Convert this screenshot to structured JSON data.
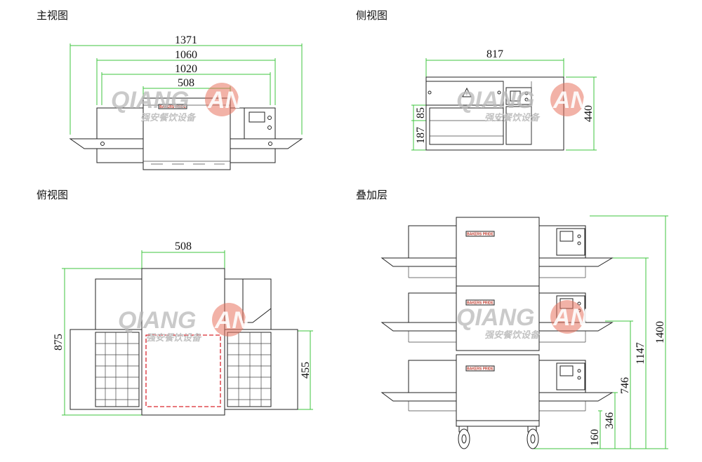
{
  "views": {
    "front": {
      "title": "主视图",
      "dims": [
        "1371",
        "1060",
        "1020",
        "508"
      ]
    },
    "side": {
      "title": "侧视图",
      "dims": {
        "width": "817",
        "height": "440",
        "upper": "85",
        "lower": "187"
      }
    },
    "top": {
      "title": "俯视图",
      "dims": {
        "width": "508",
        "depth": "875",
        "belt": "455"
      }
    },
    "stack": {
      "title": "叠加层",
      "dims": [
        "1400",
        "1147",
        "746",
        "346",
        "160"
      ]
    }
  },
  "watermark": {
    "brand_left": "QIANG",
    "brand_right": "AN",
    "brand_cn": "强安餐饮设备"
  },
  "badge": {
    "text": "BAKERS PRIDE"
  },
  "colors": {
    "dimension": "#3fc43f",
    "outline": "#222222",
    "accent": "#d9272e",
    "watermark": "#e8735f"
  }
}
